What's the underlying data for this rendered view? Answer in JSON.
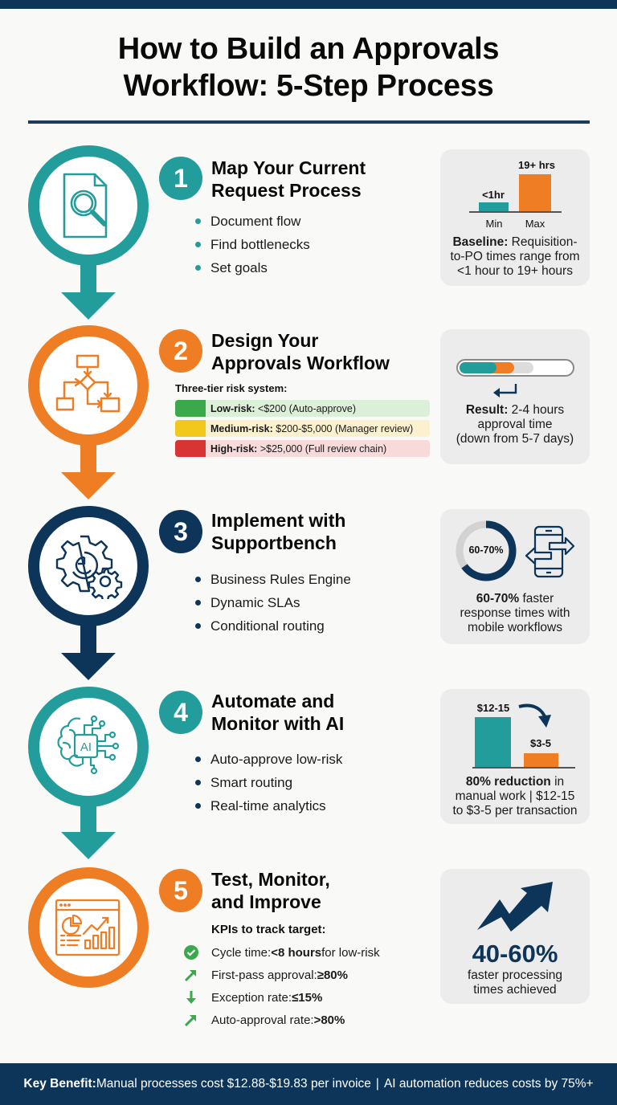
{
  "title": {
    "line1": "How to Build an Approvals",
    "line2": "Workflow: 5-Step Process"
  },
  "colors": {
    "teal": "#239d9b",
    "orange": "#ef7d23",
    "navy": "#0d3459",
    "card_bg": "#ececec",
    "green": "#3aa84b",
    "yellow": "#f3c81c",
    "red": "#d93434"
  },
  "steps": [
    {
      "number": "1",
      "title_line1": "Map Your Current",
      "title_line2": "Request Process",
      "icon": "document-search-icon",
      "bullets": [
        "Document flow",
        "Find bottlenecks",
        "Set goals"
      ],
      "card": {
        "chart_labels": {
          "min_value": "<1hr",
          "max_value": "19+ hrs",
          "min_cat": "Min",
          "max_cat": "Max"
        },
        "bold": "Baseline:",
        "text": " Requisition-to-PO times range from <1 hour to 19+ hours"
      }
    },
    {
      "number": "2",
      "title_line1": "Design Your",
      "title_line2": "Approvals Workflow",
      "icon": "flowchart-icon",
      "risk_heading": "Three-tier risk system:",
      "risk_tiers": [
        {
          "label": "Low-risk:",
          "detail": " <$200 (Auto-approve)",
          "color": "#3aa84b",
          "bg": "#dcefd9"
        },
        {
          "label": "Medium-risk:",
          "detail": " $200-$5,000 (Manager review)",
          "color": "#f3c81c",
          "bg": "#fbf1cf"
        },
        {
          "label": "High-risk:",
          "detail": " >$25,000 (Full review chain)",
          "color": "#d93434",
          "bg": "#f8dada"
        }
      ],
      "card": {
        "bold": "Result:",
        "line1": " 2-4 hours",
        "line2": "approval time",
        "line3": "(down from 5-7 days)"
      }
    },
    {
      "number": "3",
      "title_line1": "Implement with",
      "title_line2": "Supportbench",
      "icon": "gears-clock-icon",
      "bullets": [
        "Business Rules Engine",
        "Dynamic SLAs",
        "Conditional routing"
      ],
      "card": {
        "donut_label": "60-70%",
        "bold": "60-70%",
        "line1": " faster",
        "line2": "response times with",
        "line3": "mobile workflows"
      }
    },
    {
      "number": "4",
      "title_line1": "Automate and",
      "title_line2": "Monitor with AI",
      "icon": "ai-brain-icon",
      "icon_text": "AI",
      "bullets": [
        "Auto-approve low-risk",
        "Smart routing",
        "Real-time analytics"
      ],
      "card": {
        "before_value": "$12-15",
        "after_value": "$3-5",
        "bold": "80% reduction",
        "line1": " in",
        "line2": "manual work | $12-15",
        "line3": "to $3-5 per transaction"
      }
    },
    {
      "number": "5",
      "title_line1": "Test, Monitor,",
      "title_line2": "and Improve",
      "icon": "analytics-dashboard-icon",
      "kpi_heading": "KPIs to track target:",
      "kpis": [
        {
          "icon": "check-circle-icon",
          "label": "Cycle time: ",
          "value": "<8 hours",
          "suffix": " for low-risk"
        },
        {
          "icon": "trend-up-icon",
          "label": "First-pass approval: ",
          "value": "≥80%",
          "suffix": ""
        },
        {
          "icon": "arrow-down-icon",
          "label": "Exception rate: ",
          "value": "≤15%",
          "suffix": ""
        },
        {
          "icon": "trend-up-icon",
          "label": "Auto-approval rate: ",
          "value": ">80%",
          "suffix": ""
        }
      ],
      "card": {
        "big_value": "40-60%",
        "line1": "faster processing",
        "line2": "times achieved"
      }
    }
  ],
  "footer": {
    "bold": "Key Benefit:",
    "text1": " Manual processes cost $12.88-$19.83 per invoice",
    "separator": "|",
    "text2": "AI automation reduces costs by 75%+"
  }
}
